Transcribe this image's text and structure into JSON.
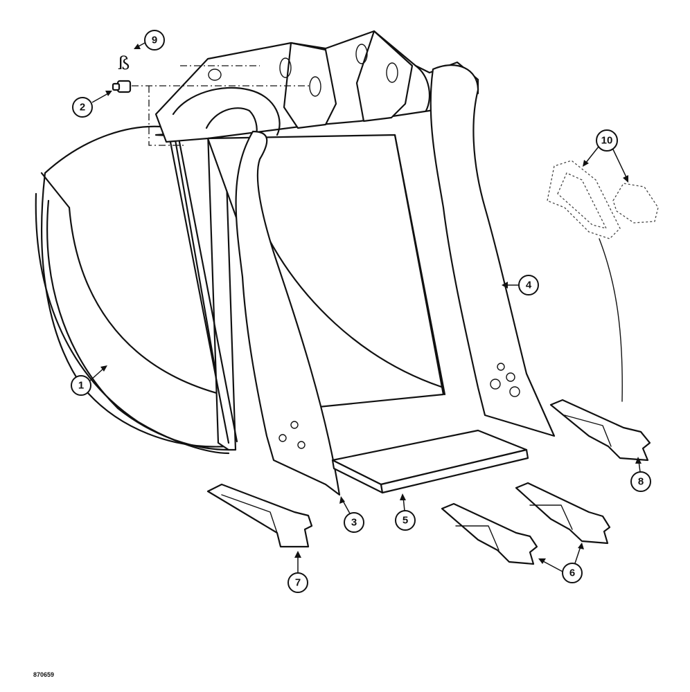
{
  "callouts": {
    "c1": "1",
    "c2": "2",
    "c3": "3",
    "c4": "4",
    "c5": "5",
    "c6": "6",
    "c7": "7",
    "c8": "8",
    "c9": "9",
    "c10": "10"
  },
  "figure_id": "870659",
  "pin_glyph": "ß"
}
